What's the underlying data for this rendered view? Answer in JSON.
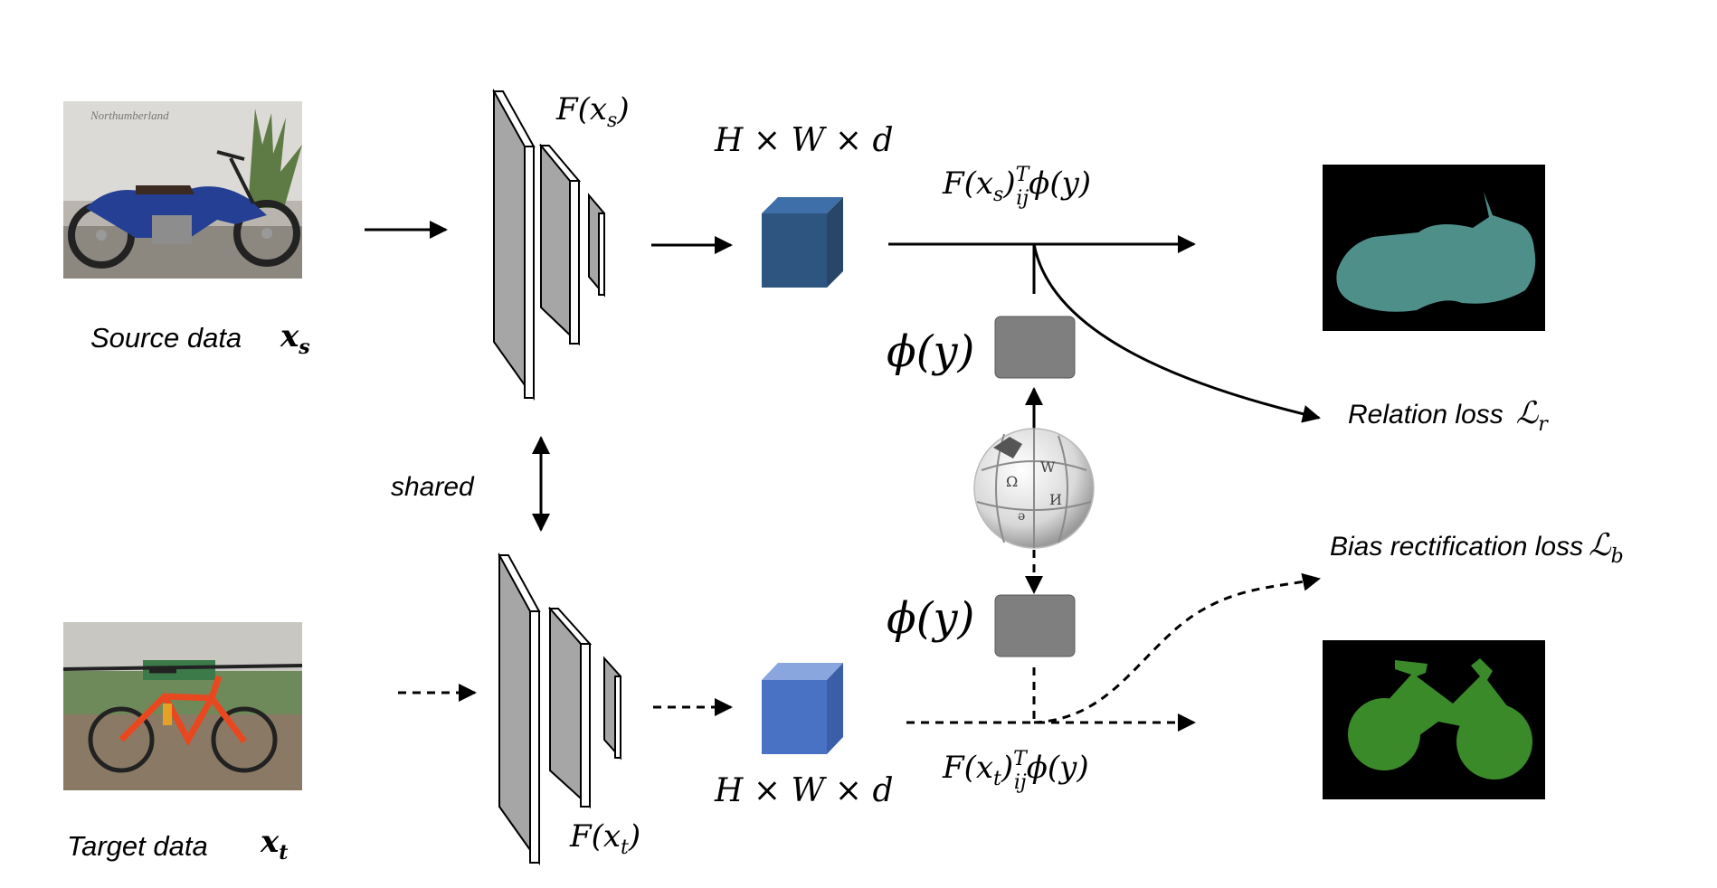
{
  "source": {
    "caption": "Source data",
    "symbol_main": "x",
    "symbol_sub": "s",
    "feature_label_main": "F(x",
    "feature_label_sub": "s",
    "feature_label_end": ")",
    "tensor_label": "H × W × d",
    "relation_main": "F(x",
    "relation_sub": "s",
    "relation_mid": ")",
    "relation_sup": "T",
    "relation_sub2": "ij",
    "relation_end": "ϕ(y)"
  },
  "target": {
    "caption": "Target data",
    "symbol_main": "x",
    "symbol_sub": "t",
    "feature_label_main": "F(x",
    "feature_label_sub": "t",
    "feature_label_end": ")",
    "tensor_label": "H × W × d",
    "relation_main": "F(x",
    "relation_sub": "t",
    "relation_mid": ")",
    "relation_sup": "T",
    "relation_sub2": "ij",
    "relation_end": "ϕ(y)"
  },
  "shared_label": "shared",
  "phi_top": "ϕ(y)",
  "phi_bottom": "ϕ(y)",
  "losses": {
    "relation_text": "Relation loss",
    "relation_symbol": "ℒ",
    "relation_sub": "r",
    "bias_text": "Bias rectification loss",
    "bias_symbol": "ℒ",
    "bias_sub": "b"
  },
  "colors": {
    "source_cube": "#2e5480",
    "target_cube": "#4a72c4",
    "phi_box": "#7f7f7f",
    "source_mask": "#4f8f8a",
    "target_mask": "#3a8a2a"
  }
}
